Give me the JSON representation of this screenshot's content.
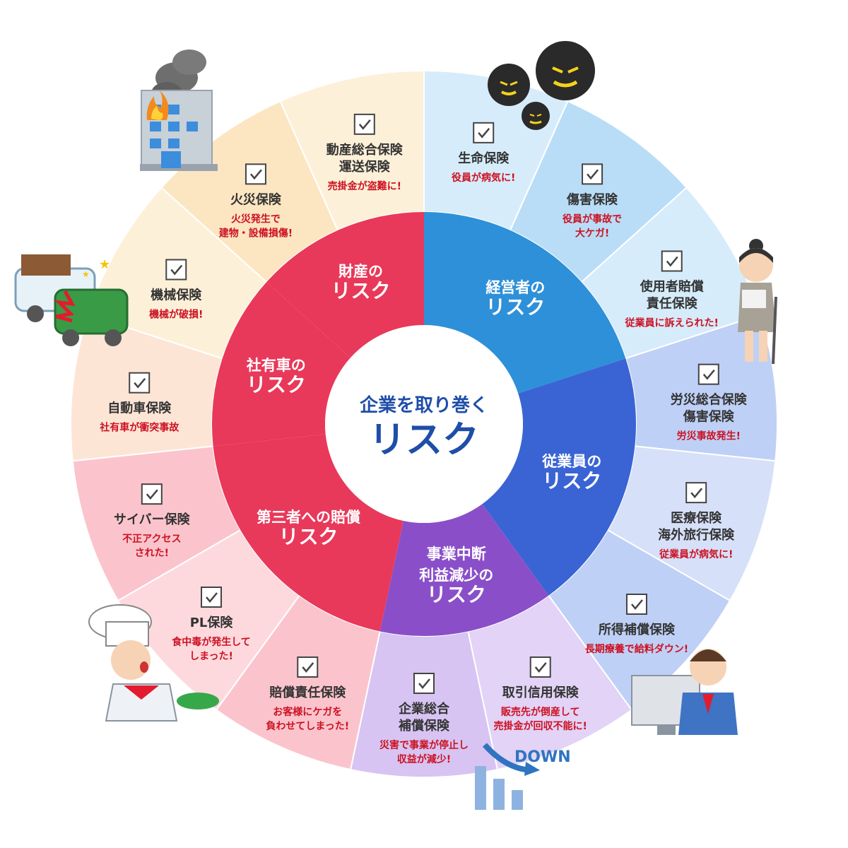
{
  "center": {
    "line1": "企業を取り巻く",
    "line2": "リスク"
  },
  "colors": {
    "red_inner": "#e8395a",
    "blue_inner": "#2e90d8",
    "navy_inner": "#3a64d4",
    "purple_inner": "#8a4fc8",
    "center_text": "#1f4ea8",
    "warning_text": "#cc1122",
    "label_text": "#333333"
  },
  "categories": [
    {
      "id": "management",
      "line1": "経営者の",
      "line2": "リスク",
      "color": "#2e90d8"
    },
    {
      "id": "employee",
      "line1": "従業員の",
      "line2": "リスク",
      "color": "#3a64d4"
    },
    {
      "id": "business",
      "line1": "事業中断",
      "line2": "利益減少の",
      "line3": "リスク",
      "color": "#8a4fc8"
    },
    {
      "id": "liability",
      "line1": "第三者への賠償",
      "line2": "リスク",
      "color": "#e8395a"
    },
    {
      "id": "vehicle",
      "line1": "社有車の",
      "line2": "リスク",
      "color": "#e8395a"
    },
    {
      "id": "property",
      "line1": "財産の",
      "line2": "リスク",
      "color": "#e8395a"
    }
  ],
  "segments": [
    {
      "id": "life",
      "color": "#d6ecfb",
      "title": [
        "生命保険"
      ],
      "desc": [
        "役員が病気に!"
      ]
    },
    {
      "id": "injury",
      "color": "#b9ddf7",
      "title": [
        "傷害保険"
      ],
      "desc": [
        "役員が事故で",
        "大ケガ!"
      ]
    },
    {
      "id": "employer",
      "color": "#d6ecfb",
      "title": [
        "使用者賠償",
        "責任保険"
      ],
      "desc": [
        "従業員に訴えられた!"
      ]
    },
    {
      "id": "workcomp",
      "color": "#bfd0f6",
      "title": [
        "労災総合保険",
        "傷害保険"
      ],
      "desc": [
        "労災事故発生!"
      ]
    },
    {
      "id": "medical",
      "color": "#d6e0f8",
      "title": [
        "医療保険",
        "海外旅行保険"
      ],
      "desc": [
        "従業員が病気に!"
      ]
    },
    {
      "id": "income",
      "color": "#bfd0f6",
      "title": [
        "所得補償保険"
      ],
      "desc": [
        "長期療養で給料ダウン!"
      ]
    },
    {
      "id": "credit",
      "color": "#e2d3f7",
      "title": [
        "取引信用保険"
      ],
      "desc": [
        "販売先が倒産して",
        "売掛金が回収不能に!"
      ]
    },
    {
      "id": "bizcomp",
      "color": "#d7c4f2",
      "title": [
        "企業総合",
        "補償保険"
      ],
      "desc": [
        "災害で事業が停止し",
        "収益が減少!"
      ]
    },
    {
      "id": "liabins",
      "color": "#fbc4cc",
      "title": [
        "賠償責任保険"
      ],
      "desc": [
        "お客様にケガを",
        "負わせてしまった!"
      ]
    },
    {
      "id": "pl",
      "color": "#fdd9dd",
      "title": [
        "PL保険"
      ],
      "desc": [
        "食中毒が発生して",
        "しまった!"
      ]
    },
    {
      "id": "cyber",
      "color": "#fbc4cc",
      "title": [
        "サイバー保険"
      ],
      "desc": [
        "不正アクセス",
        "された!"
      ]
    },
    {
      "id": "auto",
      "color": "#fde5d6",
      "title": [
        "自動車保険"
      ],
      "desc": [
        "社有車が衝突事故"
      ]
    },
    {
      "id": "machine",
      "color": "#fdf0d8",
      "title": [
        "機械保険"
      ],
      "desc": [
        "機械が破損!"
      ]
    },
    {
      "id": "fire",
      "color": "#fce6c2",
      "title": [
        "火災保険"
      ],
      "desc": [
        "火災発生で",
        "建物・設備損傷!"
      ]
    },
    {
      "id": "movable",
      "color": "#fdf0d8",
      "title": [
        "動産総合保険",
        "運送保険"
      ],
      "desc": [
        "売掛金が盗難に!"
      ]
    }
  ],
  "illustrations": {
    "down_label": "DOWN"
  }
}
